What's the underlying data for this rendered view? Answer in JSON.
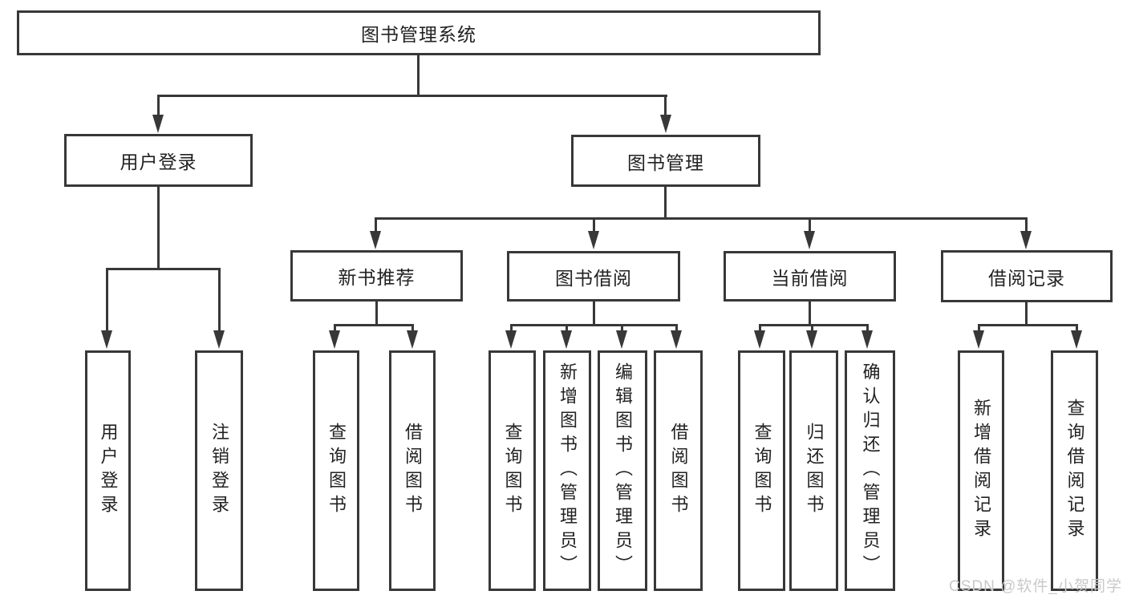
{
  "diagram": {
    "root": {
      "label": "图书管理系统"
    },
    "level2": {
      "user_login": {
        "label": "用户登录"
      },
      "book_mgmt": {
        "label": "图书管理"
      }
    },
    "level3": {
      "new_books": {
        "label": "新书推荐"
      },
      "borrowing": {
        "label": "图书借阅"
      },
      "current": {
        "label": "当前借阅"
      },
      "records": {
        "label": "借阅记录"
      }
    },
    "leaves": {
      "user_login_1": {
        "label": "用户登录"
      },
      "user_login_2": {
        "label": "注销登录"
      },
      "new_books_1": {
        "label": "查询图书"
      },
      "new_books_2": {
        "label": "借阅图书"
      },
      "borrowing_1": {
        "label": "查询图书"
      },
      "borrowing_2": {
        "label": "新增图书（管理员）"
      },
      "borrowing_3": {
        "label": "编辑图书（管理员）"
      },
      "borrowing_4": {
        "label": "借阅图书"
      },
      "current_1": {
        "label": "查询图书"
      },
      "current_2": {
        "label": "归还图书"
      },
      "current_3": {
        "label": "确认归还（管理员）"
      },
      "records_1": {
        "label": "新增借阅记录"
      },
      "records_2": {
        "label": "查询借阅记录"
      }
    }
  },
  "watermark": {
    "text": "CSDN @软件_小贺同学"
  },
  "colors": {
    "line": "#383838",
    "text": "#222222",
    "background": "#ffffff",
    "watermark": "#c9c9c9"
  }
}
